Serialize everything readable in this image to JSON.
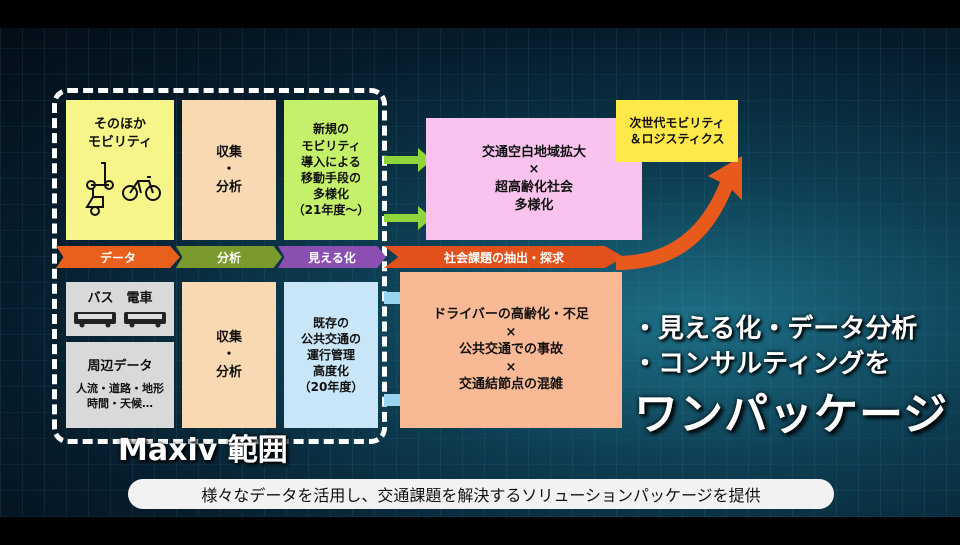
{
  "left_boxes": {
    "other_mobility": "そのほか\nモビリティ",
    "collect_1": "収集\n・\n分析",
    "new_mobility": "新規の\nモビリティ\n導入による\n移動手段の\n多様化\n（21年度～）",
    "bus_train": "バス　電車",
    "nearby_data": "周辺データ",
    "nearby_detail": "人流・道路・地形\n時間・天候…",
    "collect_2": "収集\n・\n分析",
    "existing_transit": "既存の\n公共交通の\n運行管理\n高度化\n（20年度）"
  },
  "bands": {
    "data": "データ",
    "analysis": "分析",
    "visualize": "見える化",
    "social": "社会課題の抽出・探求"
  },
  "right_boxes": {
    "pink": "交通空白地域拡大\n×\n超高齢化社会\n多様化",
    "orange": "ドライバーの高齢化・不足\n×\n公共交通での事故\n×\n交通結節点の混雑",
    "next_gen": "次世代モビリティ\n＆ロジスティクス"
  },
  "bullets": [
    "・見える化・データ分析",
    "・コンサルティングを"
  ],
  "big_text": "ワンパッケージ",
  "maxiv_label": "Maxiv 範囲",
  "caption": "様々なデータを活用し、交通課題を解決するソリューションパッケージを提供",
  "colors": {
    "yellow": "#f5f58a",
    "peach": "#f9d9b2",
    "green_box": "#c5f06a",
    "gray_box": "#d9d9d9",
    "light_blue": "#c8e6f7",
    "pink": "#f9c3ee",
    "orange_box": "#f8b994",
    "next_gen": "#ffe84a",
    "band_orange": "#e8601c",
    "band_green": "#7a9a2e",
    "band_purple": "#8a4fb0",
    "band_red": "#e2501c"
  }
}
